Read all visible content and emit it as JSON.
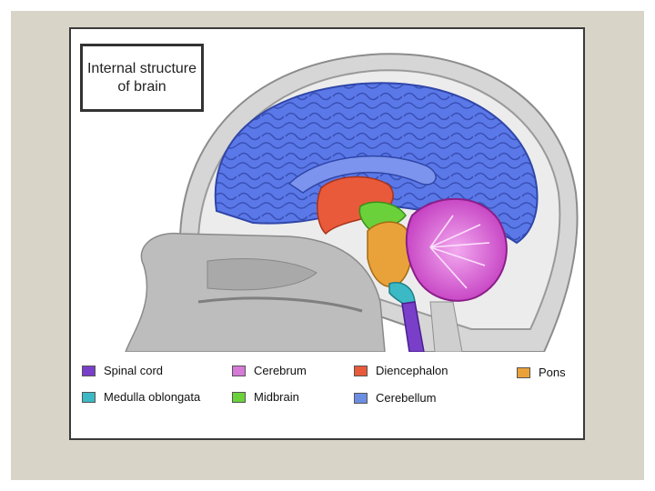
{
  "title": "Internal structure of brain",
  "legend": [
    {
      "label": "Spinal cord",
      "color": "#7a3fc9"
    },
    {
      "label": "Cerebrum",
      "color": "#d57ad6"
    },
    {
      "label": "Diencephalon",
      "color": "#e95a3a"
    },
    {
      "label": "Pons",
      "color": "#e9a23a"
    },
    {
      "label": "Medulla oblongata",
      "color": "#3bb9c4"
    },
    {
      "label": "Midbrain",
      "color": "#6ad13a"
    },
    {
      "label": "Cerebellum",
      "color": "#6c8ee2"
    }
  ],
  "image": {
    "depicts": "brain-sagittal-section",
    "colors": {
      "cerebrum": "#5b78e8",
      "cerebellum": "#d94fd6",
      "diencephalon": "#e95a3a",
      "midbrain": "#6ad13a",
      "pons": "#e9a23a",
      "medulla": "#3bb9c4",
      "spinal_cord": "#7a3fc9",
      "skull": "#c9c9c9",
      "face": "#b5b5b5"
    }
  }
}
